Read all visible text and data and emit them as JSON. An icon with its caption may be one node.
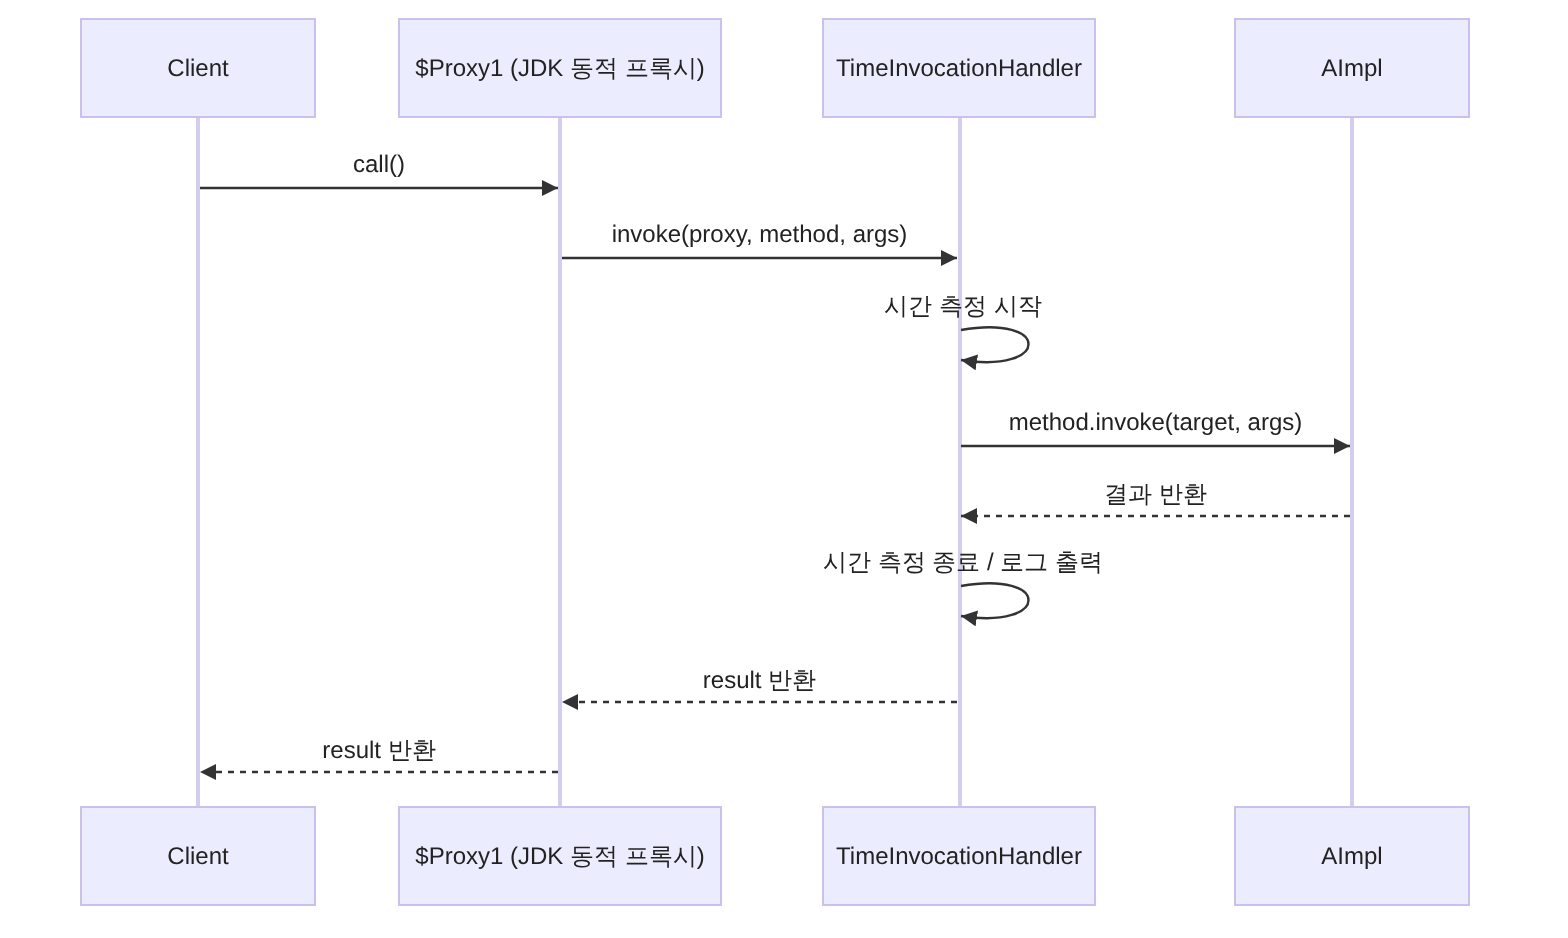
{
  "diagram": {
    "nodes": [
      {
        "text": [
          "Client"
        ]
      },
      {
        "text": [
          "$Proxy1 (JDK 동적 프록시)"
        ]
      },
      {
        "text": [
          "TimeInvocationHandler"
        ]
      },
      {
        "text": [
          "AImpl"
        ]
      },
      {
        "text": [
          "Client"
        ]
      },
      {
        "text": [
          "$Proxy1 (JDK 동적 프록시)"
        ]
      },
      {
        "text": [
          "TimeInvocationHandler"
        ]
      },
      {
        "text": [
          "AImpl"
        ]
      },
      {
        "text": [],
        "shape": "bar"
      },
      {
        "text": [],
        "shape": "bar"
      },
      {
        "text": [],
        "shape": "bar"
      },
      {
        "text": [],
        "shape": "bar"
      }
    ],
    "edges": [
      {
        "from": 8,
        "to": 9,
        "arrow": "to",
        "label": "call()"
      },
      {
        "from": 9,
        "to": 10,
        "arrow": "to",
        "label": "invoke(proxy, method, args)"
      },
      {
        "from": 10,
        "to": 10,
        "arrow": "to",
        "label": "시간 측정 시작"
      },
      {
        "from": 10,
        "to": 11,
        "arrow": "to",
        "label": "method.invoke(target, args)"
      },
      {
        "from": 11,
        "to": 10,
        "arrow": "to",
        "label": "결과 반환",
        "style": "dashed"
      },
      {
        "from": 10,
        "to": 10,
        "arrow": "to",
        "label": "시간 측정 종료 / 로그 출력"
      },
      {
        "from": 10,
        "to": 9,
        "arrow": "to",
        "label": "result 반환",
        "style": "dashed"
      },
      {
        "from": 9,
        "to": 8,
        "arrow": "to",
        "label": "result 반환",
        "style": "dashed"
      }
    ]
  }
}
